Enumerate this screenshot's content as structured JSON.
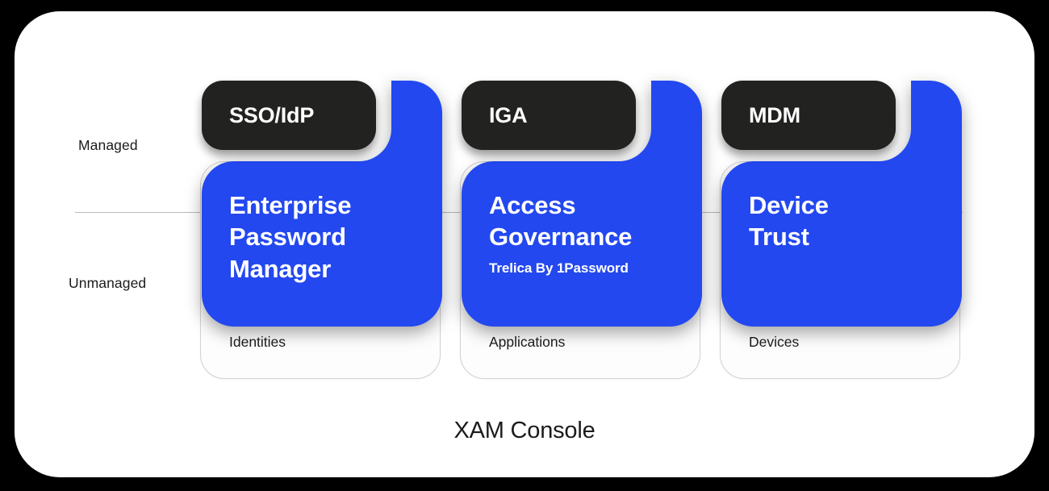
{
  "diagram": {
    "title": "XAM Console",
    "background_color": "#000000",
    "frame_color": "#ffffff",
    "accent_blue": "#2348EF",
    "tab_dark": "#222220",
    "axis": {
      "top_label": "Managed",
      "bottom_label": "Unmanaged",
      "divider_color": "#b9b9b9"
    },
    "pillars": [
      {
        "tab_label": "SSO/IdP",
        "title": "Enterprise\nPassword\nManager",
        "subtitle": "",
        "footer_label": "Identities"
      },
      {
        "tab_label": "IGA",
        "title": "Access\nGovernance",
        "subtitle": "Trelica By 1Password",
        "footer_label": "Applications"
      },
      {
        "tab_label": "MDM",
        "title": "Device\nTrust",
        "subtitle": "",
        "footer_label": "Devices"
      }
    ]
  }
}
